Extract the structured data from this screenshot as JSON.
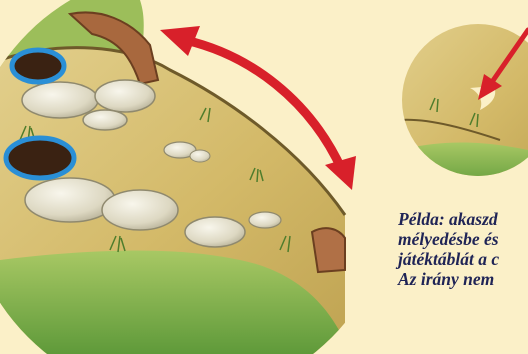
{
  "caption": {
    "lines": [
      "Példa: akaszd",
      "mélyedésbe és",
      "játéktáblát a c",
      "Az irány nem"
    ]
  },
  "colors": {
    "background": "#fbf0c8",
    "caption_text": "#1f2456",
    "arrow_red": "#d8202a",
    "hole_ring_blue": "#2a8fd6",
    "sand": "#d9c27a",
    "grass": "#7fae4a",
    "rock": "#e8e4d2",
    "wood_peg": "#a8683e"
  },
  "icons": [
    "double-headed-rotation-arrow",
    "pointer-arrow",
    "peg-holes"
  ]
}
